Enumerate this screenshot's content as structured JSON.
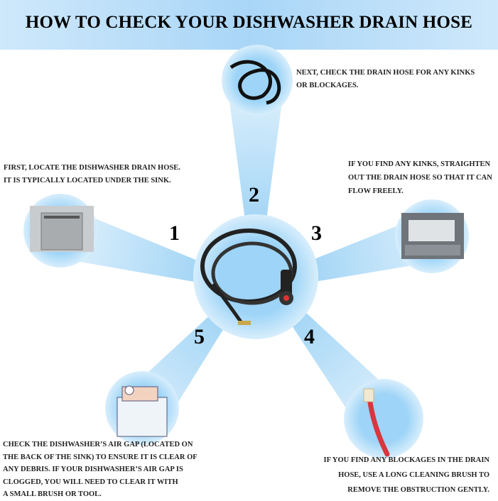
{
  "title": "HOW TO CHECK YOUR DISHWASHER DRAIN HOSE",
  "steps": [
    {
      "number": "1",
      "text": [
        "FIRST, LOCATE THE DISHWASHER DRAIN HOSE.",
        "IT IS TYPICALLY LOCATED UNDER THE SINK."
      ]
    },
    {
      "number": "2",
      "text": [
        "NEXT, CHECK THE DRAIN HOSE FOR ANY KINKS",
        "OR BLOCKAGES."
      ]
    },
    {
      "number": "3",
      "text": [
        "IF YOU FIND ANY KINKS, STRAIGHTEN",
        "OUT THE DRAIN HOSE SO THAT IT CAN",
        "FLOW FREELY."
      ]
    },
    {
      "number": "4",
      "text": [
        "IF YOU FIND ANY BLOCKAGES IN THE DRAIN",
        "HOSE, USE A LONG CLEANING BRUSH TO",
        "REMOVE THE OBSTRUCTION GENTLY."
      ]
    },
    {
      "number": "5",
      "text": [
        "CHECK THE DISHWASHER’S AIR GAP (LOCATED ON",
        "THE BACK OF THE SINK) TO ENSURE IT IS CLEAR OF",
        "ANY DEBRIS. IF YOUR DISHWASHER’S AIR GAP IS",
        "CLOGGED, YOU WILL NEED TO CLEAR IT WITH",
        "A SMALL BRUSH OR TOOL."
      ]
    }
  ],
  "colors": {
    "header": "#a9d6f7",
    "ray": "#9fd3f7",
    "circle": "#8ccbf3"
  }
}
